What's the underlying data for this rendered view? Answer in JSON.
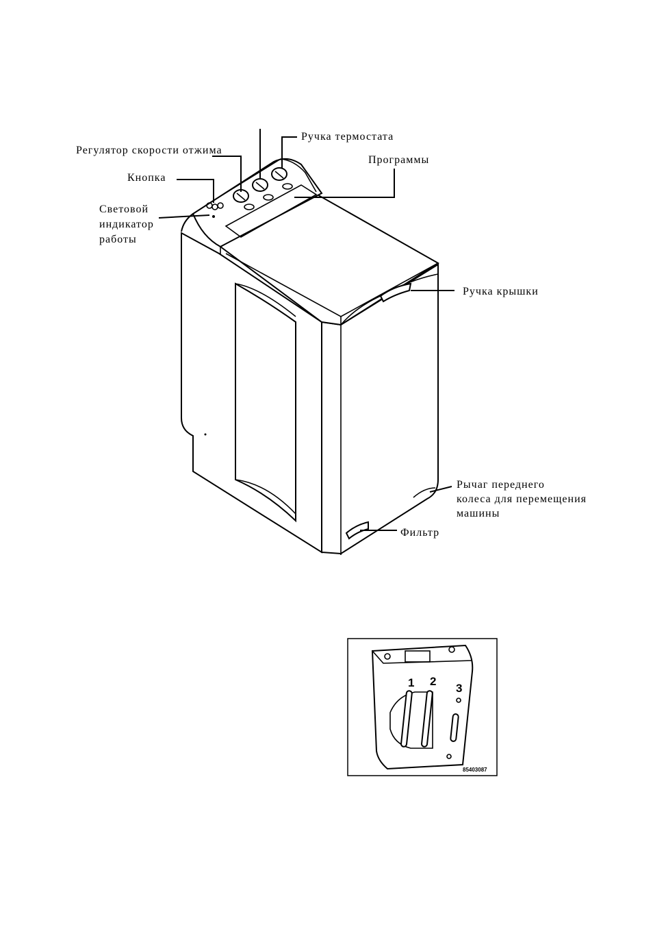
{
  "labels": {
    "thermostat": "Ручка термостата",
    "spin": "Регулятор скорости отжима",
    "programs": "Программы",
    "button": "Кнопка",
    "indicator": [
      "Световой",
      "индикатор",
      "работы"
    ],
    "lid_handle": "Ручка крышки",
    "wheel_lever": [
      "Рычаг переднего",
      "колеса для перемещения",
      "машины"
    ],
    "filter": "Фильтр"
  },
  "inset": {
    "slot_numbers": [
      "1",
      "2",
      "3"
    ],
    "code": "85403087"
  }
}
